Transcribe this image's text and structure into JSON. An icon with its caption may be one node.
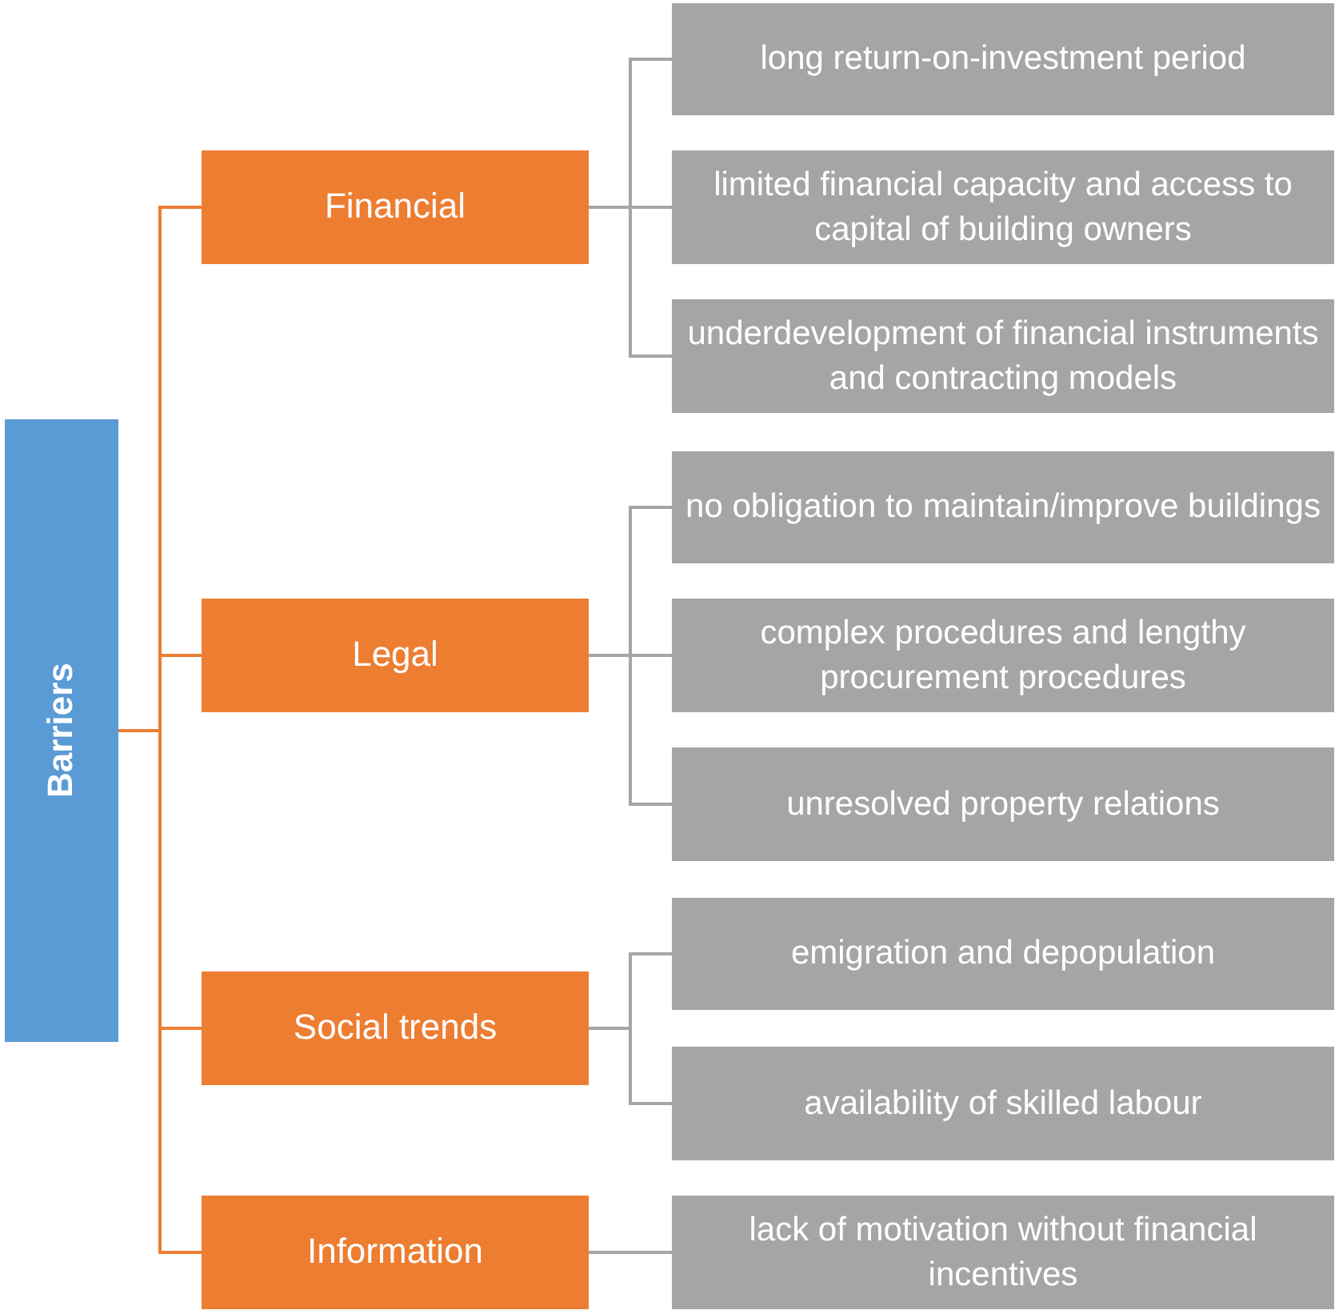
{
  "diagram": {
    "nodes": [
      {
        "text": [
          "Barriers"
        ]
      },
      {
        "text": [
          "Financial"
        ]
      },
      {
        "text": [
          "Legal"
        ]
      },
      {
        "text": [
          "Social trends"
        ]
      },
      {
        "text": [
          "Information"
        ]
      },
      {
        "text": [
          "long return-on-investment period"
        ]
      },
      {
        "text": [
          "limited financial capacity and access to capital of building owners"
        ]
      },
      {
        "text": [
          "underdevelopment of financial instruments and contracting models"
        ]
      },
      {
        "text": [
          "no obligation to maintain/improve buildings"
        ]
      },
      {
        "text": [
          "complex procedures and lengthy procurement procedures"
        ]
      },
      {
        "text": [
          "unresolved property relations"
        ]
      },
      {
        "text": [
          "emigration and depopulation"
        ]
      },
      {
        "text": [
          "availability of skilled labour"
        ]
      },
      {
        "text": [
          "lack of motivation without financial incentives"
        ]
      }
    ],
    "edges": [
      {
        "from": 0,
        "to": 1,
        "arrow": "none",
        "color": "#ed7d31"
      },
      {
        "from": 0,
        "to": 2,
        "arrow": "none",
        "color": "#ed7d31"
      },
      {
        "from": 0,
        "to": 3,
        "arrow": "none",
        "color": "#ed7d31"
      },
      {
        "from": 0,
        "to": 4,
        "arrow": "none",
        "color": "#ed7d31"
      },
      {
        "from": 1,
        "to": 5,
        "arrow": "none"
      },
      {
        "from": 1,
        "to": 6,
        "arrow": "none"
      },
      {
        "from": 1,
        "to": 7,
        "arrow": "none"
      },
      {
        "from": 2,
        "to": 8,
        "arrow": "none"
      },
      {
        "from": 2,
        "to": 9,
        "arrow": "none"
      },
      {
        "from": 2,
        "to": 10,
        "arrow": "none"
      },
      {
        "from": 3,
        "to": 11,
        "arrow": "none"
      },
      {
        "from": 3,
        "to": 12,
        "arrow": "none"
      },
      {
        "from": 4,
        "to": 13,
        "arrow": "none"
      }
    ]
  }
}
